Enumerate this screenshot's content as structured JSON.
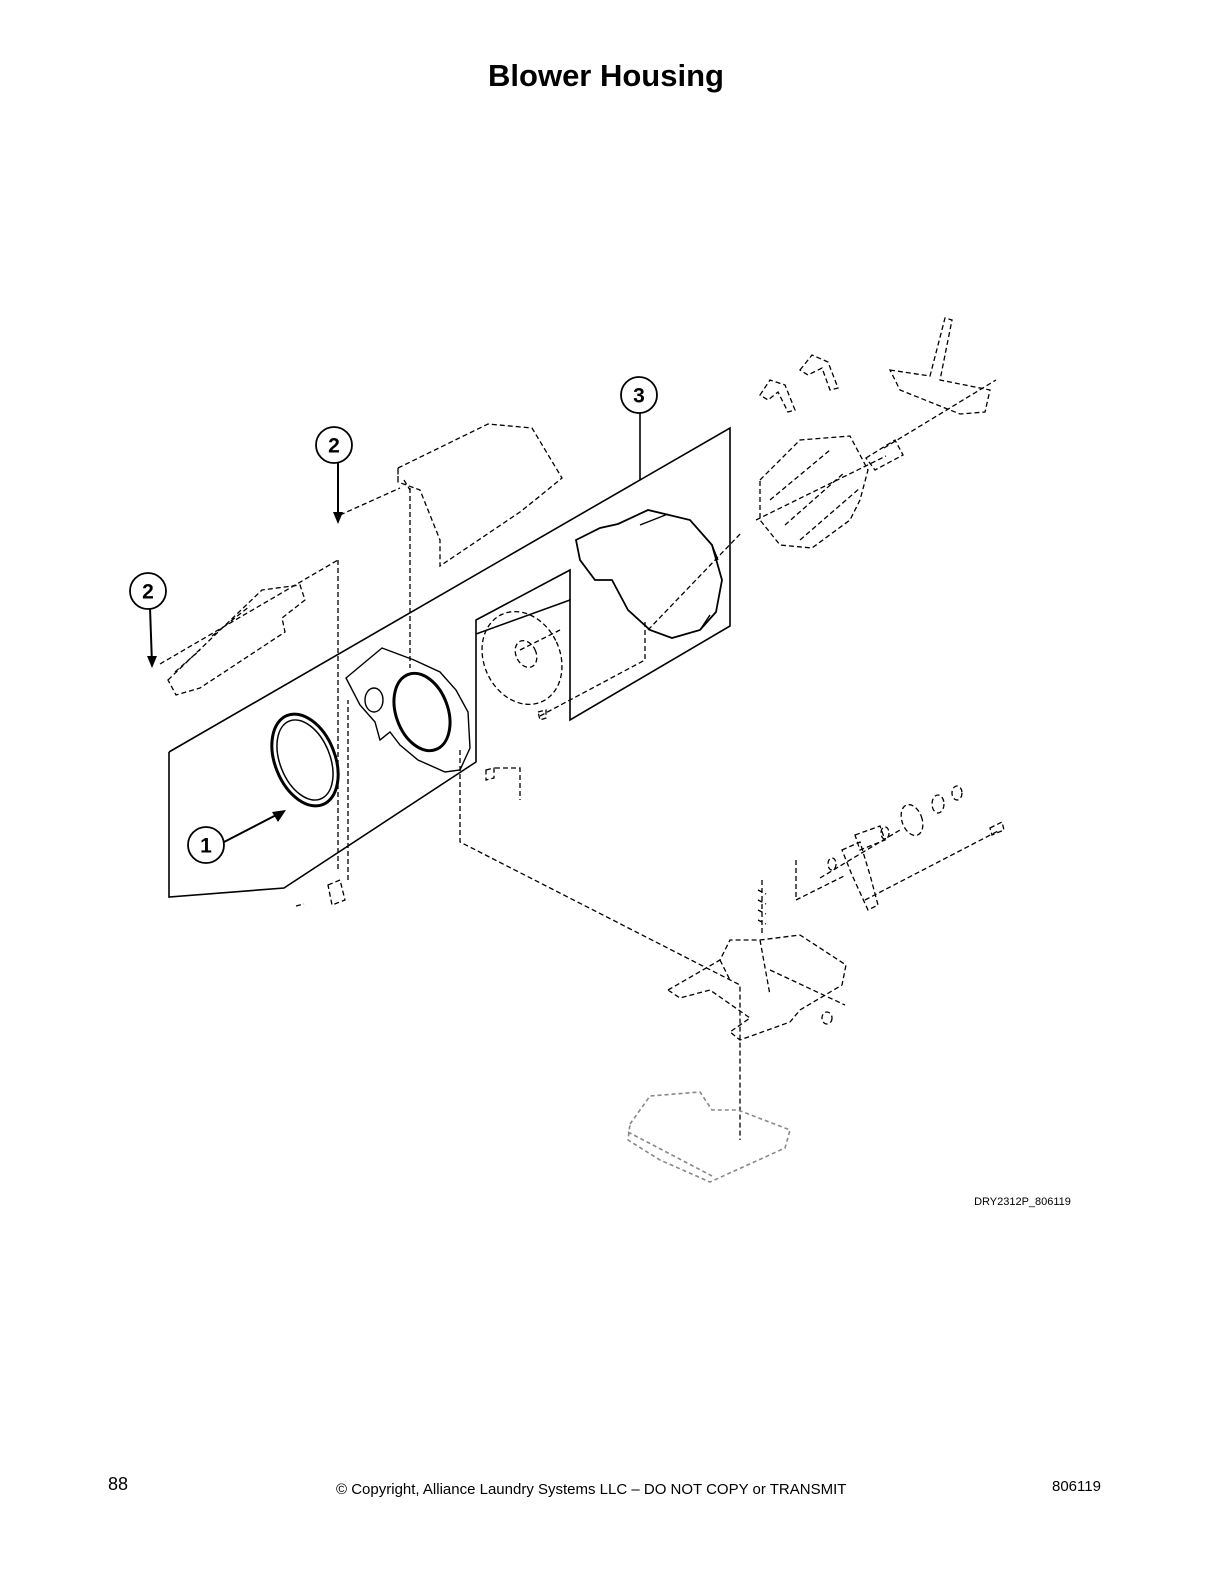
{
  "page": {
    "title": "Blower Housing",
    "figure_id": "DRY2312P_806119",
    "page_number": "88",
    "copyright": "© Copyright, Alliance Laundry Systems LLC – DO NOT COPY or TRANSMIT",
    "doc_number": "806119"
  },
  "callouts": [
    {
      "label": "1"
    },
    {
      "label": "2"
    },
    {
      "label": "2"
    },
    {
      "label": "3"
    }
  ]
}
